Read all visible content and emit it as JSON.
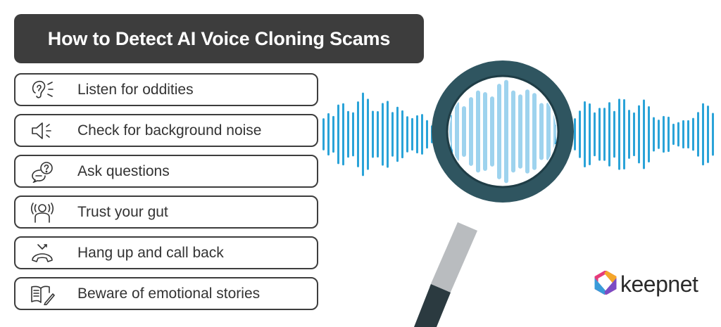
{
  "header": {
    "title": "How to Detect AI Voice Cloning Scams"
  },
  "tips": [
    {
      "label": "Listen for oddities",
      "icon": "ear-icon"
    },
    {
      "label": "Check for background noise",
      "icon": "speaker-icon"
    },
    {
      "label": "Ask questions",
      "icon": "question-chat-icon"
    },
    {
      "label": "Trust your gut",
      "icon": "person-alert-icon"
    },
    {
      "label": "Hang up and call back",
      "icon": "hang-up-icon"
    },
    {
      "label": "Beware of emotional stories",
      "icon": "book-pen-icon"
    }
  ],
  "brand": {
    "name": "keepnet"
  },
  "colors": {
    "header_bg": "#3d3d3d",
    "wave_blue": "#2aa3d8",
    "wave_light": "#9ed3ee",
    "lens_ring": "#2f5560",
    "handle": "#b9bcbf",
    "handle_dark": "#2b3a40"
  }
}
